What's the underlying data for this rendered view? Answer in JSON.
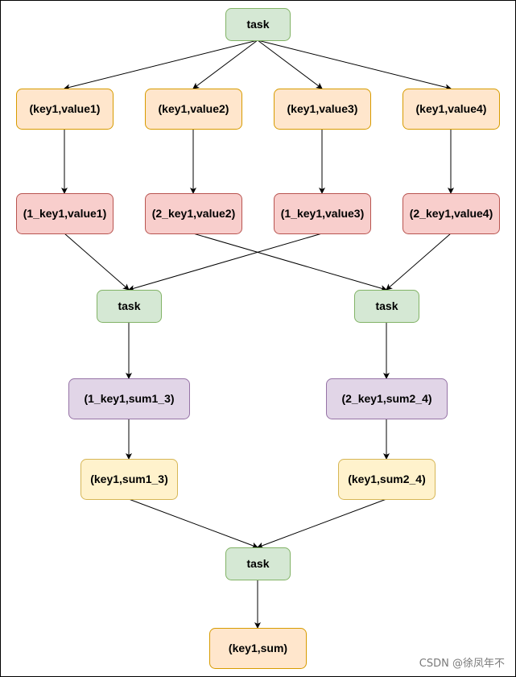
{
  "diagram": {
    "nodes": [
      {
        "id": "task-top",
        "label": "task",
        "style": "green"
      },
      {
        "id": "kv1",
        "label": "(key1,value1)",
        "style": "orange"
      },
      {
        "id": "kv2",
        "label": "(key1,value2)",
        "style": "orange"
      },
      {
        "id": "kv3",
        "label": "(key1,value3)",
        "style": "orange"
      },
      {
        "id": "kv4",
        "label": "(key1,value4)",
        "style": "orange"
      },
      {
        "id": "pkv1",
        "label": "(1_key1,value1)",
        "style": "red"
      },
      {
        "id": "pkv2",
        "label": "(2_key1,value2)",
        "style": "red"
      },
      {
        "id": "pkv3",
        "label": "(1_key1,value3)",
        "style": "red"
      },
      {
        "id": "pkv4",
        "label": "(2_key1,value4)",
        "style": "red"
      },
      {
        "id": "task-left",
        "label": "task",
        "style": "green"
      },
      {
        "id": "task-right",
        "label": "task",
        "style": "green"
      },
      {
        "id": "sum13",
        "label": "(1_key1,sum1_3)",
        "style": "purple"
      },
      {
        "id": "sum24",
        "label": "(2_key1,sum2_4)",
        "style": "purple"
      },
      {
        "id": "ksum13",
        "label": "(key1,sum1_3)",
        "style": "yellow"
      },
      {
        "id": "ksum24",
        "label": "(key1,sum2_4)",
        "style": "yellow"
      },
      {
        "id": "task-bottom",
        "label": "task",
        "style": "green"
      },
      {
        "id": "final",
        "label": "(key1,sum)",
        "style": "orange"
      }
    ],
    "edges": [
      {
        "from": "task-top",
        "to": "kv1"
      },
      {
        "from": "task-top",
        "to": "kv2"
      },
      {
        "from": "task-top",
        "to": "kv3"
      },
      {
        "from": "task-top",
        "to": "kv4"
      },
      {
        "from": "kv1",
        "to": "pkv1"
      },
      {
        "from": "kv2",
        "to": "pkv2"
      },
      {
        "from": "kv3",
        "to": "pkv3"
      },
      {
        "from": "kv4",
        "to": "pkv4"
      },
      {
        "from": "pkv1",
        "to": "task-left"
      },
      {
        "from": "pkv3",
        "to": "task-left"
      },
      {
        "from": "pkv2",
        "to": "task-right"
      },
      {
        "from": "pkv4",
        "to": "task-right"
      },
      {
        "from": "task-left",
        "to": "sum13"
      },
      {
        "from": "task-right",
        "to": "sum24"
      },
      {
        "from": "sum13",
        "to": "ksum13"
      },
      {
        "from": "sum24",
        "to": "ksum24"
      },
      {
        "from": "ksum13",
        "to": "task-bottom"
      },
      {
        "from": "ksum24",
        "to": "task-bottom"
      },
      {
        "from": "task-bottom",
        "to": "final"
      }
    ]
  },
  "styles": {
    "green": {
      "fill": "#d5e8d4",
      "stroke": "#82b366"
    },
    "orange": {
      "fill": "#ffe6cc",
      "stroke": "#d79b00"
    },
    "red": {
      "fill": "#f8cecc",
      "stroke": "#b85450"
    },
    "purple": {
      "fill": "#e1d5e7",
      "stroke": "#9673a6"
    },
    "yellow": {
      "fill": "#fff2cc",
      "stroke": "#d6b656"
    }
  },
  "watermark": "CSDN @徐凤年不"
}
